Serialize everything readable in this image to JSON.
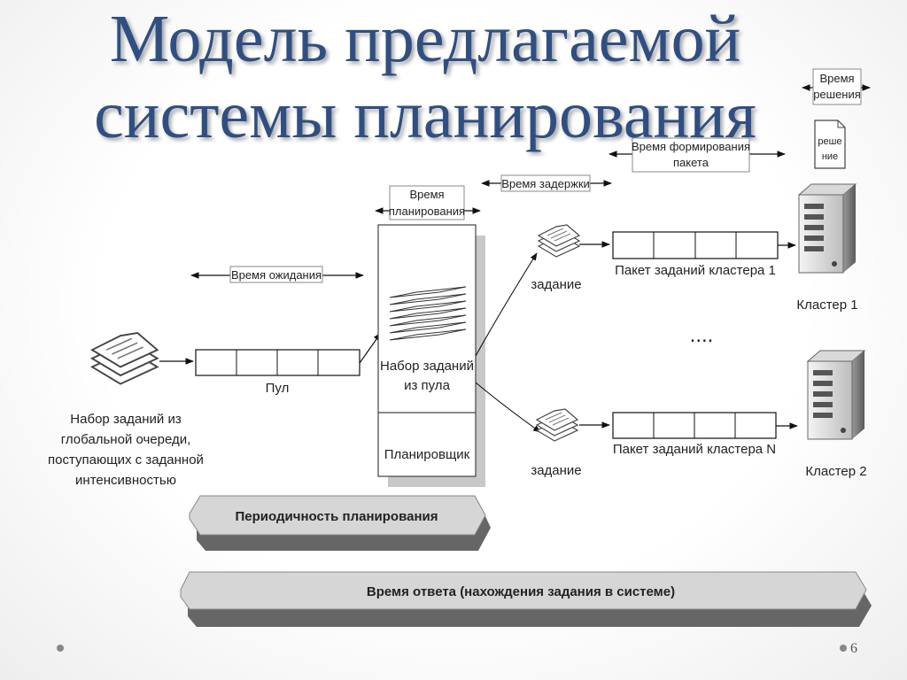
{
  "slide": {
    "title_line1": "Модель предлагаемой",
    "title_line2": "системы планирования",
    "page_number": "6"
  },
  "diagram": {
    "time_decision": [
      "Время",
      "решения"
    ],
    "decision_doc": [
      "реше",
      "ние"
    ],
    "time_packet_form": [
      "Время формирования",
      "пакета"
    ],
    "time_delay": "Время задержки",
    "time_planning": [
      "Время",
      "планирования"
    ],
    "time_wait": "Время ожидания",
    "pool": "Пул",
    "global_queue": [
      "Набор заданий из",
      "глобальной очереди,",
      "поступающих с заданной",
      "интенсивностью"
    ],
    "pool_task_set": [
      "Набор заданий",
      "из пула"
    ],
    "scheduler": "Планировщик",
    "task": "задание",
    "packet_cluster_1": "Пакет заданий кластера 1",
    "packet_cluster_n": "Пакет заданий кластера N",
    "cluster_1": "Кластер 1",
    "cluster_2": "Кластер 2",
    "ellipsis": "....",
    "planning_period": "Периодичность планирования",
    "response_time": "Время ответа (нахождения задания в системе)"
  },
  "colors": {
    "title": "#2f4f82",
    "band_fill": "#d6d6d6",
    "band_shadow": "#666666"
  }
}
